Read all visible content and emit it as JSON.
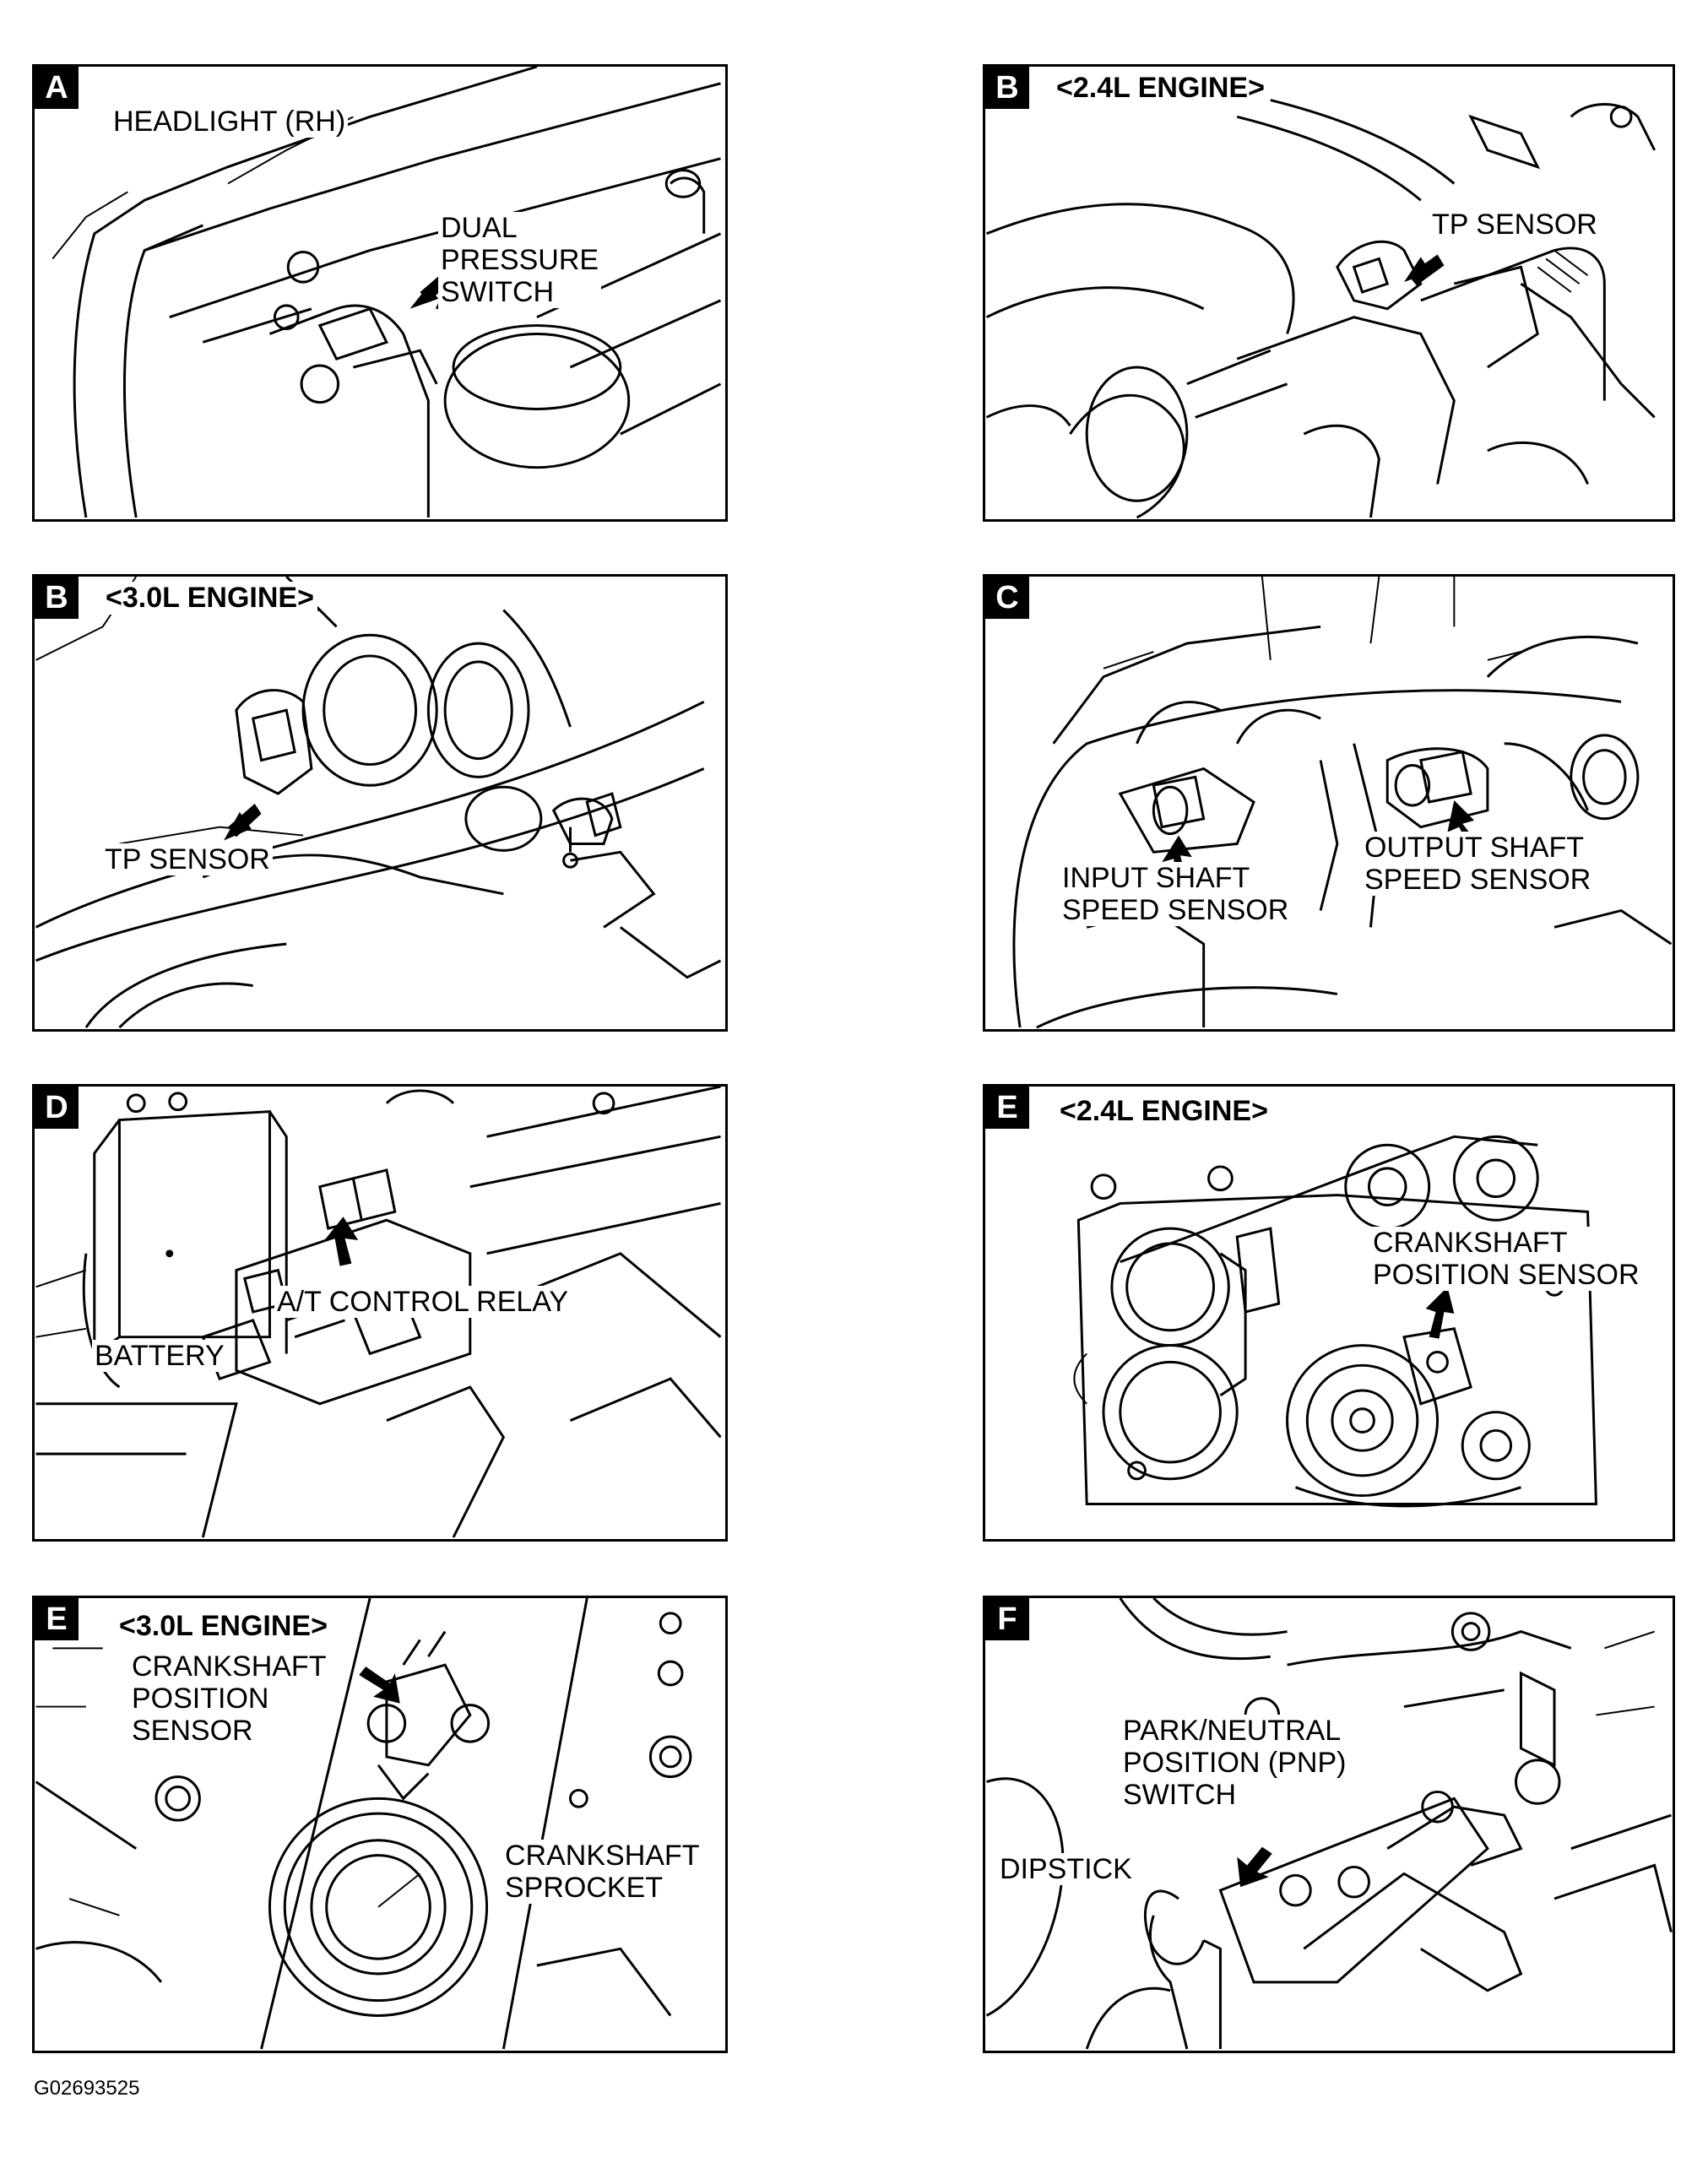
{
  "figure_code": "G02693525",
  "panels": [
    {
      "letter": "A",
      "engine": "",
      "labels": [
        [
          "HEADLIGHT (RH)"
        ],
        [
          "DUAL",
          "PRESSURE",
          "SWITCH"
        ]
      ]
    },
    {
      "letter": "B",
      "engine": "<2.4L ENGINE>",
      "labels": [
        [
          "TP SENSOR"
        ]
      ]
    },
    {
      "letter": "B",
      "engine": "<3.0L ENGINE>",
      "labels": [
        [
          "TP SENSOR"
        ]
      ]
    },
    {
      "letter": "C",
      "engine": "",
      "labels": [
        [
          "INPUT SHAFT",
          "SPEED SENSOR"
        ],
        [
          "OUTPUT SHAFT",
          "SPEED SENSOR"
        ]
      ]
    },
    {
      "letter": "D",
      "engine": "",
      "labels": [
        [
          "A/T CONTROL RELAY"
        ],
        [
          "BATTERY"
        ]
      ]
    },
    {
      "letter": "E",
      "engine": "<2.4L ENGINE>",
      "labels": [
        [
          "CRANKSHAFT",
          "POSITION SENSOR"
        ]
      ]
    },
    {
      "letter": "E",
      "engine": "<3.0L ENGINE>",
      "labels": [
        [
          "CRANKSHAFT",
          "POSITION",
          "SENSOR"
        ],
        [
          "CRANKSHAFT",
          "SPROCKET"
        ]
      ]
    },
    {
      "letter": "F",
      "engine": "",
      "labels": [
        [
          "PARK/NEUTRAL",
          "POSITION (PNP)",
          "SWITCH"
        ],
        [
          "DIPSTICK"
        ]
      ]
    }
  ]
}
